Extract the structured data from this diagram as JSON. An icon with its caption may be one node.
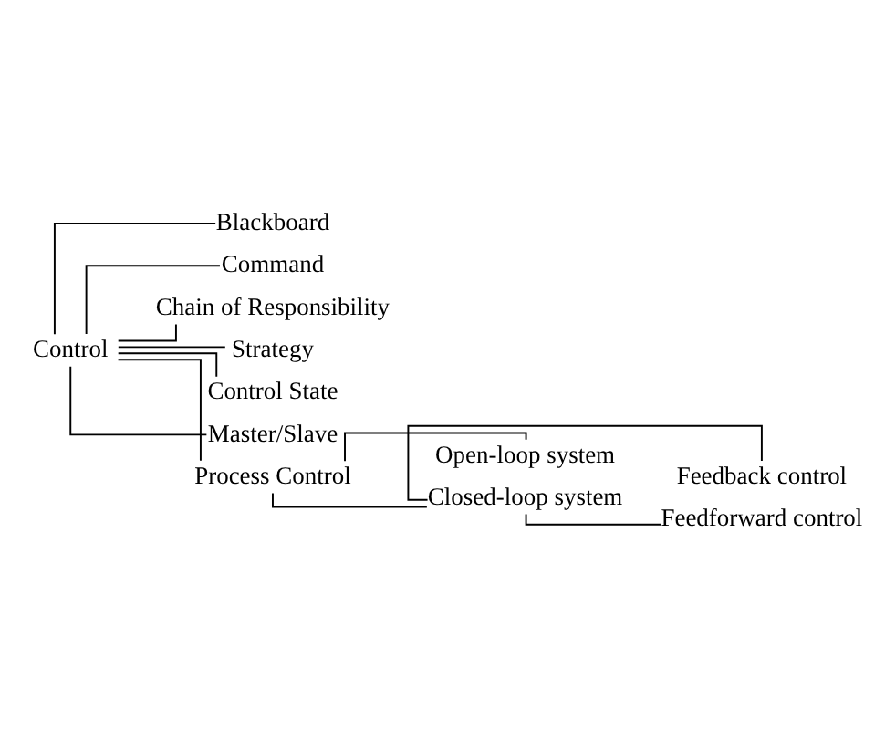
{
  "diagram": {
    "nodes": [
      {
        "text": [
          "Control"
        ]
      },
      {
        "text": [
          "Blackboard"
        ]
      },
      {
        "text": [
          "Command"
        ]
      },
      {
        "text": [
          "Chain of Responsibility"
        ]
      },
      {
        "text": [
          "Strategy"
        ]
      },
      {
        "text": [
          "Control State"
        ]
      },
      {
        "text": [
          "Master/Slave"
        ]
      },
      {
        "text": [
          "Process Control"
        ]
      },
      {
        "text": [
          "Open-loop system"
        ]
      },
      {
        "text": [
          "Closed-loop system"
        ]
      },
      {
        "text": [
          "Feedback control"
        ]
      },
      {
        "text": [
          "Feedforward control"
        ]
      }
    ],
    "edges": [
      {
        "from": 0,
        "to": 1,
        "arrow": "none"
      },
      {
        "from": 0,
        "to": 2,
        "arrow": "none"
      },
      {
        "from": 0,
        "to": 3,
        "arrow": "none"
      },
      {
        "from": 0,
        "to": 4,
        "arrow": "none"
      },
      {
        "from": 0,
        "to": 5,
        "arrow": "none"
      },
      {
        "from": 0,
        "to": 6,
        "arrow": "none"
      },
      {
        "from": 0,
        "to": 7,
        "arrow": "none"
      },
      {
        "from": 7,
        "to": 8,
        "arrow": "none"
      },
      {
        "from": 7,
        "to": 9,
        "arrow": "none"
      },
      {
        "from": 9,
        "to": 10,
        "arrow": "none"
      },
      {
        "from": 9,
        "to": 11,
        "arrow": "none"
      }
    ]
  }
}
